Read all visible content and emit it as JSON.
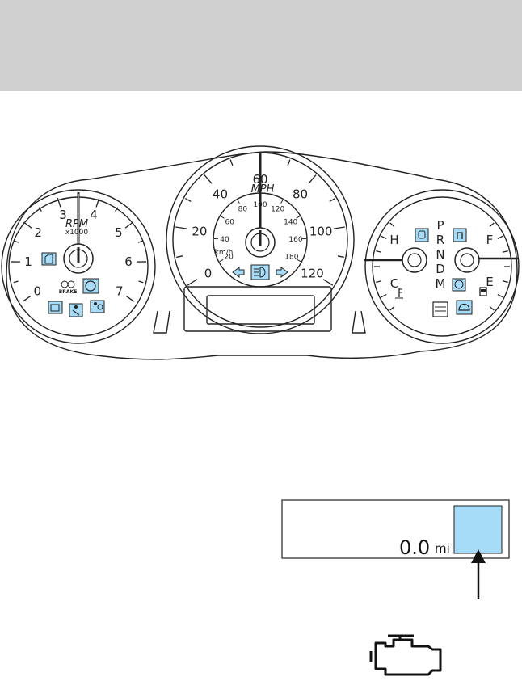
{
  "colors": {
    "header_band": "#d0d0d0",
    "indicator_blue": "#a6dcf7",
    "outline": "#222222"
  },
  "tachometer": {
    "label_line1": "RPM",
    "label_line2": "x1000",
    "scale": [
      "0",
      "1",
      "2",
      "3",
      "4",
      "5",
      "6",
      "7"
    ],
    "brake_label": "BRAKE",
    "icons": [
      "door-ajar-icon",
      "brake-warning-icon",
      "powertrain-malfunction-icon",
      "check-engine-icon",
      "seatbelt-icon",
      "airbag-icon"
    ]
  },
  "speedometer": {
    "mph_label": "MPH",
    "mph_scale": [
      "0",
      "20",
      "40",
      "60",
      "80",
      "100",
      "120"
    ],
    "kmh_label": "km/h",
    "kmh_scale": [
      "20",
      "40",
      "60",
      "80",
      "100",
      "120",
      "140",
      "160",
      "180"
    ],
    "icons": [
      "turn-left-icon",
      "high-beam-icon",
      "turn-right-icon"
    ]
  },
  "right_gauge": {
    "temp_hot": "H",
    "temp_cold": "C",
    "fuel_full": "F",
    "fuel_empty": "E",
    "gear_selector": [
      "P",
      "R",
      "N",
      "D",
      "M"
    ],
    "icons": [
      "traction-control-icon",
      "seat-heat-icon",
      "abs-icon",
      "tire-pressure-icon",
      "low-fuel-icon",
      "coolant-temp-icon",
      "display-icon"
    ]
  },
  "odometer_display": {
    "value": "0.0",
    "unit": "mi"
  },
  "check_engine_symbol": "check-engine-icon"
}
